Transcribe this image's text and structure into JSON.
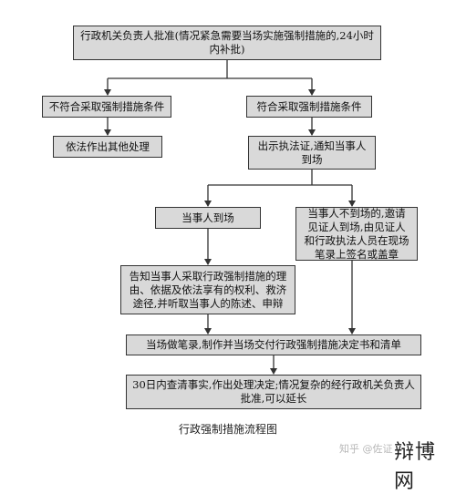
{
  "diagram": {
    "nodes": {
      "n1": "行政机关负责人批准(情况紧急需要当场实施强制措施的,24小时内补批)",
      "n2": "不符合采取强制措施条件",
      "n3": "依法作出其他处理",
      "n4": "符合采取强制措施条件",
      "n5": "出示执法证,通知当事人到场",
      "n6": "当事人到场",
      "n7": "当事人不到场的,邀请见证人到场,由见证人和行政执法人员在现场笔录上签名或盖章",
      "n8": "告知当事人采取行政强制措施的理由、依据及依法享有的权利、救济途径,并听取当事人的陈述、申辩",
      "n9": "当场做笔录,制作并当场交付行政强制措施决定书和清单",
      "n10": "30日内查清事实,作出处理决定;情况复杂的经行政机关负责人批准,可以延长"
    },
    "caption": "行政强制措施流程图"
  },
  "watermark": "知乎 @佐证",
  "brand": "辩博网",
  "colors": {
    "box_fill": "#d9d9d9",
    "box_border": "#333333",
    "line": "#333333"
  }
}
